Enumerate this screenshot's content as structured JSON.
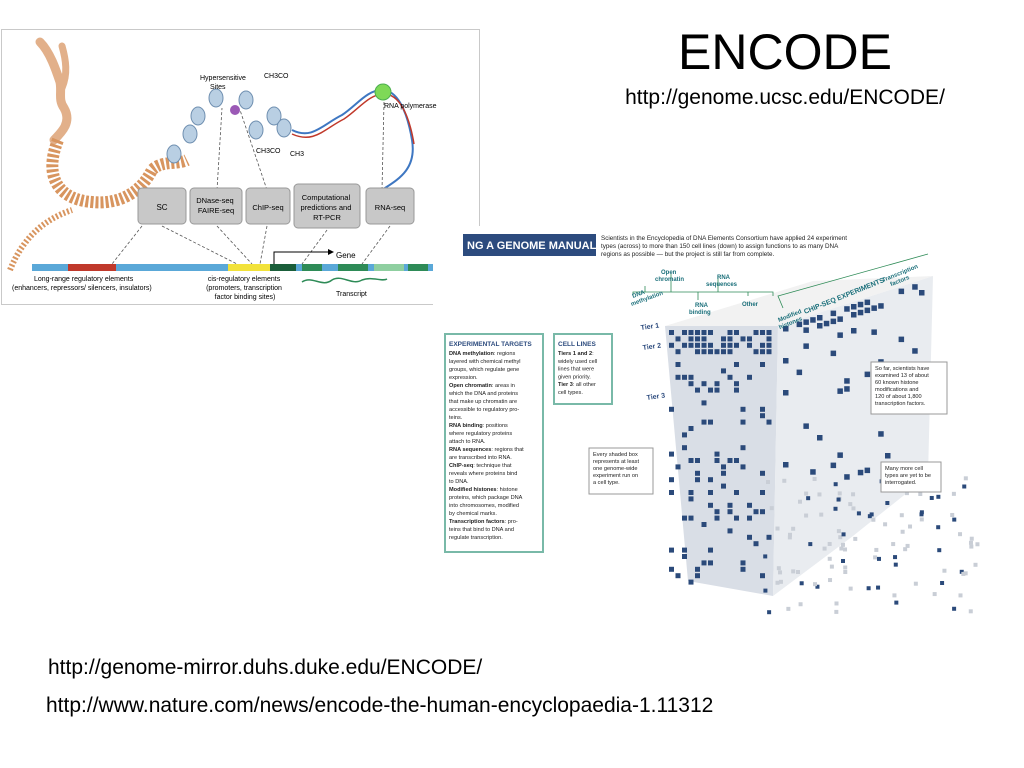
{
  "title": "ENCODE",
  "subtitle": "http://genome.ucsc.edu/ENCODE/",
  "links": [
    "http://genome-mirror.duhs.duke.edu/ENCODE/",
    "http://www.nature.com/news/encode-the-human-encyclopaedia-1.11312"
  ],
  "figure1": {
    "hypersensitive": [
      "Hypersensitive",
      "Sites"
    ],
    "ch3co_top": "CH3CO",
    "ch3co_bottom": "CH3CO",
    "ch3": "CH3",
    "rna_polymerase": "RNA polymerase",
    "boxes": {
      "sc": "SC",
      "dnase": [
        "DNase-seq",
        "FAIRE-seq"
      ],
      "chip": "ChIP-seq",
      "comp": [
        "Computational",
        "predictions and",
        "RT-PCR"
      ],
      "rnaseq": "RNA-seq"
    },
    "gene": "Gene",
    "transcript": "Transcript",
    "long_range": [
      "Long-range regulatory elements",
      "(enhancers, repressors/ silencers, insulators)"
    ],
    "cis": [
      "cis-regulatory elements",
      "(promoters, transcription",
      "factor binding sites)"
    ]
  },
  "figure2": {
    "banner": "NG A GENOME MANUAL",
    "intro": [
      "Scientists in the Encyclopedia of DNA Elements Consortium have applied 24 experiment",
      "types (across) to more than 150 cell lines (down) to assign functions to as many DNA",
      "regions as possible — but the project is still far from complete."
    ],
    "col_labels": {
      "dna_methylation": [
        "DNA",
        "methylation"
      ],
      "open_chromatin": [
        "Open",
        "chromatin"
      ],
      "rna_binding": [
        "RNA",
        "binding"
      ],
      "rna_sequences": [
        "RNA",
        "sequences"
      ],
      "other": "Other",
      "modified_histones": [
        "Modified",
        "histones"
      ],
      "chip_seq": "CHIP-SEQ EXPERIMENTS",
      "transcription_factors": [
        "Transcription",
        "factors"
      ]
    },
    "tiers": [
      "Tier 1",
      "Tier 2",
      "Tier 3"
    ],
    "targets_title": "EXPERIMENTAL TARGETS",
    "targets": [
      [
        "DNA methylation",
        ": regions"
      ],
      [
        "layered with chemical methyl",
        ""
      ],
      [
        "groups, which regulate gene",
        ""
      ],
      [
        "expression.",
        ""
      ],
      [
        "Open chromatin",
        ": areas in"
      ],
      [
        "which the DNA and proteins",
        ""
      ],
      [
        "that make up chromatin are",
        ""
      ],
      [
        "accessible to regulatory pro-",
        ""
      ],
      [
        "teins.",
        ""
      ],
      [
        "RNA binding",
        ": positions"
      ],
      [
        "where regulatory proteins",
        ""
      ],
      [
        "attach to RNA.",
        ""
      ],
      [
        "RNA sequences",
        ": regions that"
      ],
      [
        "are transcribed into RNA.",
        ""
      ],
      [
        "ChIP-seq",
        ": technique that"
      ],
      [
        "reveals where proteins bind",
        ""
      ],
      [
        "to DNA.",
        ""
      ],
      [
        "Modified histones",
        ": histone"
      ],
      [
        "proteins, which package DNA",
        ""
      ],
      [
        "into chromosomes, modified",
        ""
      ],
      [
        "by chemical marks.",
        ""
      ],
      [
        "Transcription factors",
        ": pro-"
      ],
      [
        "teins that bind to DNA and",
        ""
      ],
      [
        "regulate transcription.",
        ""
      ]
    ],
    "cell_title": "CELL LINES",
    "cell_lines": [
      [
        "Tiers 1 and 2",
        ":"
      ],
      [
        "widely used cell",
        ""
      ],
      [
        "lines that were",
        ""
      ],
      [
        "given priority.",
        ""
      ],
      [
        "Tier 3",
        ": all other"
      ],
      [
        "cell types.",
        ""
      ]
    ],
    "note_shaded": [
      "Every shaded box",
      "represents at least",
      "one genome-wide",
      "experiment run on",
      "a cell type."
    ],
    "note_sofar": [
      "So far, scientists have",
      "examined 13 of about",
      "60 known histone",
      "modifications and",
      "120 of about 1,800",
      "transcription factors."
    ],
    "note_more": [
      "Many more cell",
      "types are yet to be",
      "interrogated."
    ]
  },
  "colors": {
    "accent_blue": "#2b4a7a",
    "teal_box": "#79b9a8",
    "banner_bg": "#2c4b7e"
  }
}
